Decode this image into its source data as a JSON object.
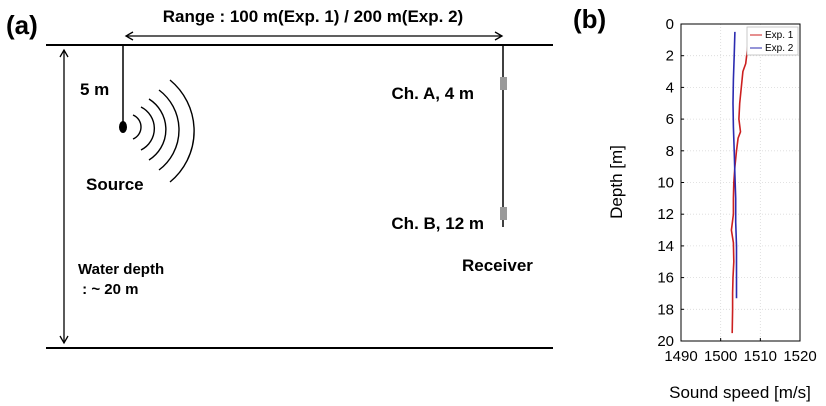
{
  "panel_a": {
    "label": "(a)",
    "range_label": "Range : 100 m(Exp. 1) / 200 m(Exp. 2)",
    "source_depth_label": "5 m",
    "source_label": "Source",
    "channel_a_label": "Ch. A, 4 m",
    "channel_b_label": "Ch. B, 12 m",
    "receiver_label": "Receiver",
    "water_depth_line1": "Water depth",
    "water_depth_line2": " : ~ 20 m"
  },
  "panel_b": {
    "label": "(b)"
  },
  "colors": {
    "exp1": "#cc1f1f",
    "exp2": "#2b2bb0"
  },
  "chart_data": {
    "type": "line",
    "xlabel": "Sound speed [m/s]",
    "ylabel": "Depth [m]",
    "xlim": [
      1490,
      1520
    ],
    "ylim": [
      0,
      20
    ],
    "y_reversed": true,
    "xticks": [
      "1490",
      "1500",
      "1510",
      "1520"
    ],
    "yticks": [
      "0",
      "2",
      "4",
      "6",
      "8",
      "10",
      "12",
      "14",
      "16",
      "18",
      "20"
    ],
    "grid": true,
    "legend_position": "top-right",
    "series": [
      {
        "name": "Exp. 1",
        "color": "#cc1f1f",
        "points": [
          [
            1507.2,
            0.5
          ],
          [
            1506.8,
            1.5
          ],
          [
            1506.3,
            2.5
          ],
          [
            1505.6,
            3.0
          ],
          [
            1505.2,
            4.0
          ],
          [
            1504.8,
            5.0
          ],
          [
            1504.6,
            6.0
          ],
          [
            1505.0,
            6.8
          ],
          [
            1504.4,
            7.2
          ],
          [
            1504.0,
            8.0
          ],
          [
            1503.6,
            9.0
          ],
          [
            1503.3,
            10.0
          ],
          [
            1503.2,
            11.0
          ],
          [
            1503.2,
            12.0
          ],
          [
            1502.7,
            13.0
          ],
          [
            1503.2,
            13.8
          ],
          [
            1503.3,
            15.0
          ],
          [
            1503.1,
            16.0
          ],
          [
            1503.0,
            17.0
          ],
          [
            1503.0,
            18.0
          ],
          [
            1502.9,
            19.5
          ]
        ]
      },
      {
        "name": "Exp. 2",
        "color": "#2b2bb0",
        "points": [
          [
            1503.6,
            0.5
          ],
          [
            1503.4,
            2.0
          ],
          [
            1503.2,
            3.5
          ],
          [
            1503.1,
            5.0
          ],
          [
            1503.2,
            6.5
          ],
          [
            1503.4,
            8.0
          ],
          [
            1503.6,
            9.5
          ],
          [
            1503.8,
            11.0
          ],
          [
            1503.8,
            12.5
          ],
          [
            1504.0,
            14.0
          ],
          [
            1504.0,
            15.5
          ],
          [
            1504.0,
            17.3
          ]
        ]
      }
    ]
  }
}
